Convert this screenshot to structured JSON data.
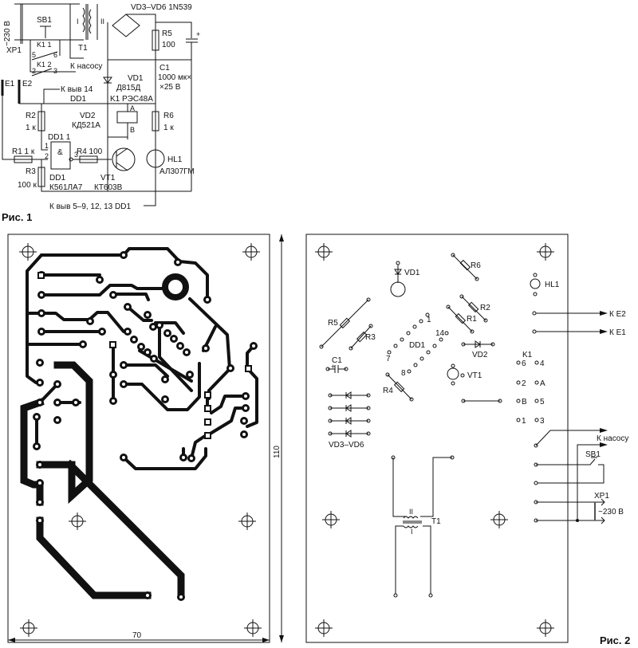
{
  "figure1": {
    "caption": "Рис. 1",
    "labels": {
      "mains": "~230 В",
      "xp1": "XP1",
      "sb1": "SB1",
      "t1": "T1",
      "t1_winding_1": "I",
      "t1_winding_2": "II",
      "k1_contact1": "K1 1",
      "k1_pin5": "5",
      "k1_pin6": "6",
      "k1_contact2": "K1 2",
      "k1_pin2": "2",
      "k1_pin3": "3",
      "to_pump": "К насосу",
      "bridge": "VD3–VD6 1N539",
      "r5": "R5",
      "r5_val": "100",
      "c1": "C1",
      "c1_val1": "1000 мк×",
      "c1_val2": "×25 В",
      "c1_plus": "+",
      "e1": "E1",
      "e2": "E2",
      "to_pin14": "К выв  14",
      "dd1_top": "DD1",
      "vd1": "VD1",
      "vd1_val": "Д815Д",
      "k1_relay": "K1 РЭС48А",
      "relay_a": "A",
      "relay_b": "B",
      "vd2": "VD2",
      "vd2_val": "КД521А",
      "r2": "R2",
      "r2_val": "1 к",
      "r6": "R6",
      "r6_val": "1 к",
      "dd1_1": "DD1 1",
      "and": "&",
      "in1": "1",
      "in2": "2",
      "out3": "3",
      "r1": "R1 1 к",
      "r4": "R4 100",
      "r3": "R3",
      "r3_val": "100 к",
      "dd1": "DD1",
      "dd1_val": "К561ЛА7",
      "vt1": "VT1",
      "vt1_val": "КТ603В",
      "hl1": "HL1",
      "hl1_val": "АЛ307ГМ",
      "to_pins": "К выв  5–9, 12, 13 DD1"
    }
  },
  "figure2": {
    "caption": "Рис. 2",
    "dim_width": "70",
    "dim_height": "110",
    "components": {
      "vd1": "VD1",
      "r6": "R6",
      "hl1": "HL1",
      "r5": "R5",
      "r2": "R2",
      "r1": "R1",
      "r3": "R3",
      "dd1": "DD1",
      "pin1": "1",
      "pin14": "14",
      "pin7": "7",
      "pin8": "8",
      "vd2": "VD2",
      "c1": "C1",
      "c1_plus": "+",
      "r4": "R4",
      "vt1": "VT1",
      "k1": "K1",
      "k1_pins": [
        "6",
        "4",
        "2",
        "A",
        "B",
        "5",
        "1",
        "3"
      ],
      "bridge": "VD3–VD6",
      "t1": "T1",
      "t1_w2": "II",
      "t1_w1": "I",
      "sb1": "SB1",
      "xp1": "XP1",
      "mains": "~230 В"
    },
    "connections": {
      "to_e2": "К Е2",
      "to_e1": "К Е1",
      "to_pump": "К насосу"
    }
  }
}
